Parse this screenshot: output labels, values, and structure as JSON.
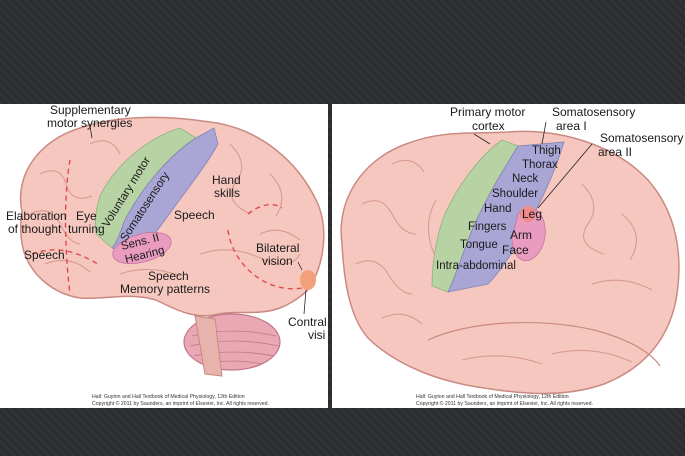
{
  "colors": {
    "background": "#2b2d30",
    "brain": "#f6c7bf",
    "brain_outline": "#c98a82",
    "motor": "#b7d3a4",
    "somatosensory": "#a9a6d6",
    "sensory_ii": "#e99cc0",
    "vision_spot": "#f2a07a",
    "dashed_line": "#e04a4a",
    "cerebellum": "#e9a8b4"
  },
  "left": {
    "labels": {
      "supplementary": "Supplementary",
      "motor_synergies": "motor synergies",
      "elaboration": "Elaboration",
      "of_thought": "of thought",
      "eye": "Eye",
      "turning": "turning",
      "speech_left": "Speech",
      "voluntary_motor": "Voluntary motor",
      "somatosensory": "Somatosensory",
      "sens_ii": "Sens. II",
      "hearing": "Hearing",
      "hand": "Hand",
      "skills": "skills",
      "speech_mid": "Speech",
      "speech_lower": "Speech",
      "memory_patterns": "Memory patterns",
      "bilateral": "Bilateral",
      "vision": "vision",
      "contral": "Contral",
      "visi": "visi"
    },
    "caption_line1": "Hall: Guyton and Hall Textbook of Medical Physiology, 12th Edition",
    "caption_line2": "Copyright © 2011 by Saunders, an imprint of Elsevier, Inc. All rights reserved."
  },
  "right": {
    "labels": {
      "primary_motor": "Primary motor",
      "cortex": "cortex",
      "somatosensory_area_i": "Somatosensory",
      "area_i": "area I",
      "somatosensory_area_ii": "Somatosensory",
      "area_ii": "area II",
      "thigh": "Thigh",
      "thorax": "Thorax",
      "neck": "Neck",
      "shoulder": "Shoulder",
      "hand": "Hand",
      "fingers": "Fingers",
      "tongue": "Tongue",
      "intra_abdominal": "Intra-abdominal",
      "leg": "Leg",
      "arm": "Arm",
      "face": "Face"
    },
    "caption_line1": "Hall: Guyton and Hall Textbook of Medical Physiology, 12th Edition",
    "caption_line2": "Copyright © 2011 by Saunders, an imprint of Elsevier, Inc. All rights reserved."
  }
}
